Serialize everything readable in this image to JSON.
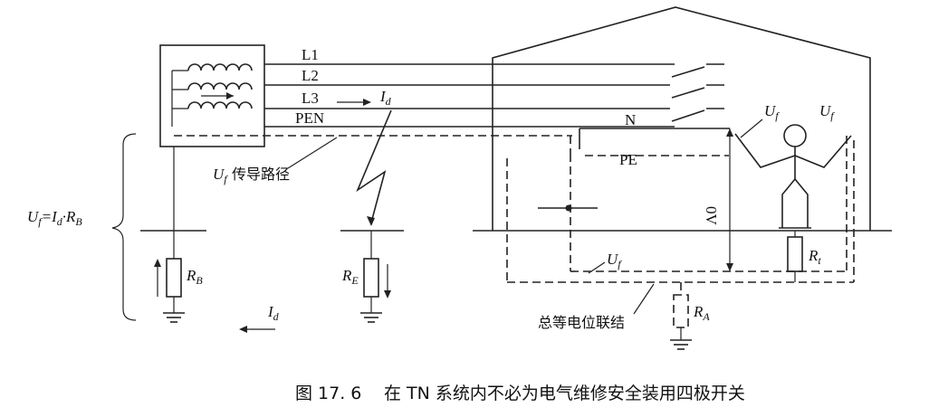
{
  "labels": {
    "l1": "L1",
    "l2": "L2",
    "l3": "L3",
    "pen": "PEN",
    "n": "N",
    "pe": "PE",
    "id_symbol": "I",
    "id_sub": "d",
    "uf_symbol": "U",
    "uf_sub": "f",
    "fault_path": "传导路径",
    "formula_eq": "=",
    "formula_dot": "·",
    "r_symbol": "R",
    "rb_sub": "B",
    "re_sub": "E",
    "rt_sub": "t",
    "ra_sub": "A",
    "zero_volt": "0V",
    "bonding": "总等电位联结"
  },
  "caption": {
    "number": "图 17. 6",
    "text": "在 TN 系统内不必为电气维修安全装用四极开关"
  }
}
